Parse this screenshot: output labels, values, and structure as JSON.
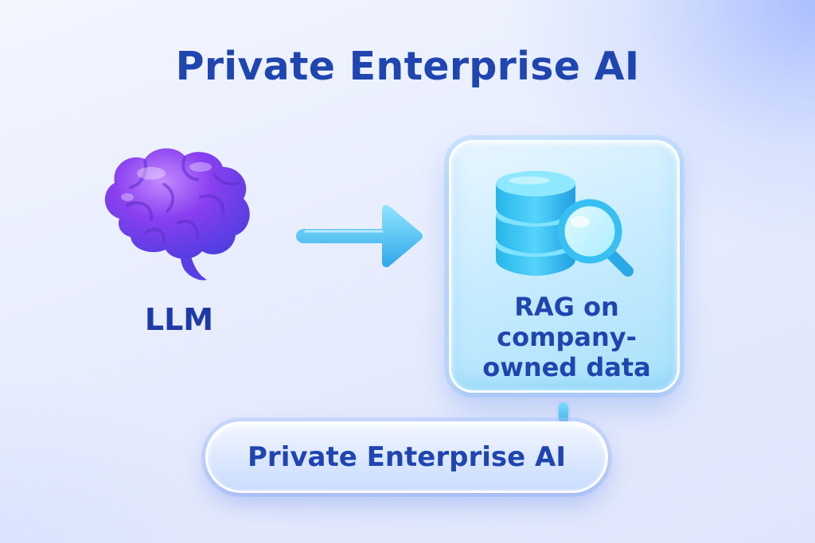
{
  "header": {
    "title": "Private Enterprise AI"
  },
  "llm": {
    "icon": "brain-icon",
    "label": "LLM"
  },
  "flow": {
    "icon": "arrow-right-icon"
  },
  "rag_card": {
    "icons": [
      "database-icon",
      "magnifier-icon"
    ],
    "label_lines": [
      "RAG on",
      "company-",
      "owned data"
    ]
  },
  "footer_pill": {
    "label": "Private Enterprise AI"
  },
  "colors": {
    "title_text": "#1f45b0",
    "brain": "#8a3ff0",
    "accent_cyan": "#3fc3f2",
    "card_background": "#c9ecff"
  }
}
